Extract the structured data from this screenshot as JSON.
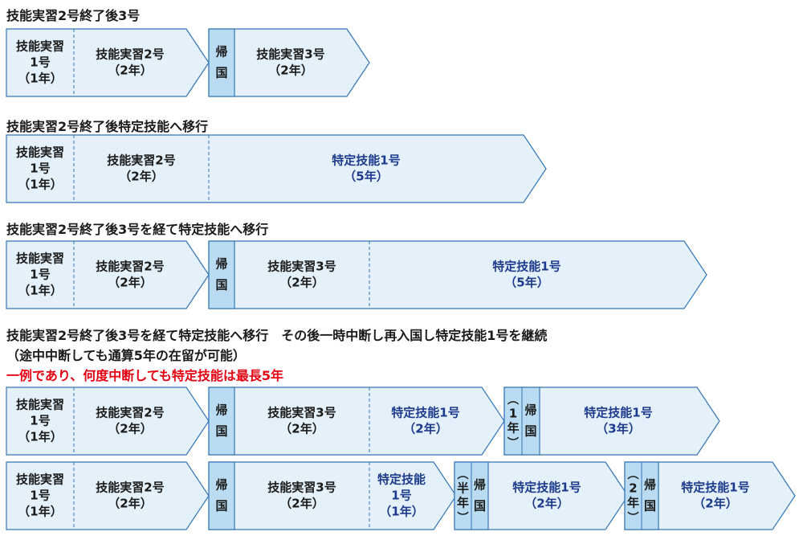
{
  "colors": {
    "box_fill": "#e4f1fb",
    "box_stroke": "#3576b7",
    "kikoku_fill": "#b9dcf2",
    "text_dark": "#1a1a1a",
    "text_blue": "#1d3a8c",
    "text_red": "#e60012"
  },
  "headings": [
    {
      "text": "技能実習2号終了後3号",
      "color": "dark"
    },
    {
      "text": "技能実習2号終了後特定技能へ移行",
      "color": "dark"
    },
    {
      "text": "技能実習2号終了後3号を経て特定技能へ移行",
      "color": "dark"
    },
    {
      "text": "技能実習2号終了後3号を経て特定技能へ移行　その後一時中断し再入国し特定技能1号を継続",
      "color": "dark"
    },
    {
      "text": "（途中中断しても通算5年の在留が可能）",
      "color": "dark"
    },
    {
      "text": "一例であり、何度中断しても特定技能は最長5年",
      "color": "red"
    }
  ],
  "rows": [
    {
      "segments": [
        {
          "kind": "box",
          "lines": [
            "技能実習",
            "1号",
            "（1年）"
          ],
          "color": "dark"
        },
        {
          "kind": "box",
          "lines": [
            "技能実習2号",
            "（2年）"
          ],
          "color": "dark"
        },
        {
          "kind": "kikoku",
          "lines": [
            "帰",
            "国"
          ]
        },
        {
          "kind": "box",
          "lines": [
            "技能実習3号",
            "（2年）"
          ],
          "color": "dark"
        }
      ]
    },
    {
      "segments": [
        {
          "kind": "box",
          "lines": [
            "技能実習",
            "1号",
            "（1年）"
          ],
          "color": "dark"
        },
        {
          "kind": "box",
          "lines": [
            "技能実習2号",
            "（2年）"
          ],
          "color": "dark"
        },
        {
          "kind": "box",
          "lines": [
            "特定技能1号",
            "（5年）"
          ],
          "color": "blue"
        }
      ]
    },
    {
      "segments": [
        {
          "kind": "box",
          "lines": [
            "技能実習",
            "1号",
            "（1年）"
          ],
          "color": "dark"
        },
        {
          "kind": "box",
          "lines": [
            "技能実習2号",
            "（2年）"
          ],
          "color": "dark"
        },
        {
          "kind": "kikoku",
          "lines": [
            "帰",
            "国"
          ]
        },
        {
          "kind": "box",
          "lines": [
            "技能実習3号",
            "（2年）"
          ],
          "color": "dark"
        },
        {
          "kind": "box",
          "lines": [
            "特定技能1号",
            "（5年）"
          ],
          "color": "blue"
        }
      ]
    },
    {
      "segments": [
        {
          "kind": "box",
          "lines": [
            "技能実習",
            "1号",
            "（1年）"
          ],
          "color": "dark"
        },
        {
          "kind": "box",
          "lines": [
            "技能実習2号",
            "（2年）"
          ],
          "color": "dark"
        },
        {
          "kind": "kikoku",
          "lines": [
            "帰",
            "国"
          ]
        },
        {
          "kind": "box",
          "lines": [
            "技能実習3号",
            "（2年）"
          ],
          "color": "dark"
        },
        {
          "kind": "box",
          "lines": [
            "特定技能1号",
            "（2年）"
          ],
          "color": "blue"
        },
        {
          "kind": "break",
          "duration": "1年",
          "lines": [
            "帰",
            "国"
          ]
        },
        {
          "kind": "box",
          "lines": [
            "特定技能1号",
            "（3年）"
          ],
          "color": "blue"
        }
      ]
    },
    {
      "segments": [
        {
          "kind": "box",
          "lines": [
            "技能実習",
            "1号",
            "（1年）"
          ],
          "color": "dark"
        },
        {
          "kind": "box",
          "lines": [
            "技能実習2号",
            "（2年）"
          ],
          "color": "dark"
        },
        {
          "kind": "kikoku",
          "lines": [
            "帰",
            "国"
          ]
        },
        {
          "kind": "box",
          "lines": [
            "技能実習3号",
            "（2年）"
          ],
          "color": "dark"
        },
        {
          "kind": "box",
          "lines": [
            "特定技能",
            "1号",
            "（1年）"
          ],
          "color": "blue"
        },
        {
          "kind": "break",
          "duration": "半年",
          "lines": [
            "帰",
            "国"
          ]
        },
        {
          "kind": "box",
          "lines": [
            "特定技能1号",
            "（2年）"
          ],
          "color": "blue"
        },
        {
          "kind": "break",
          "duration": "2年",
          "lines": [
            "帰",
            "国"
          ]
        },
        {
          "kind": "box",
          "lines": [
            "特定技能1号",
            "（2年）"
          ],
          "color": "blue"
        }
      ]
    }
  ]
}
